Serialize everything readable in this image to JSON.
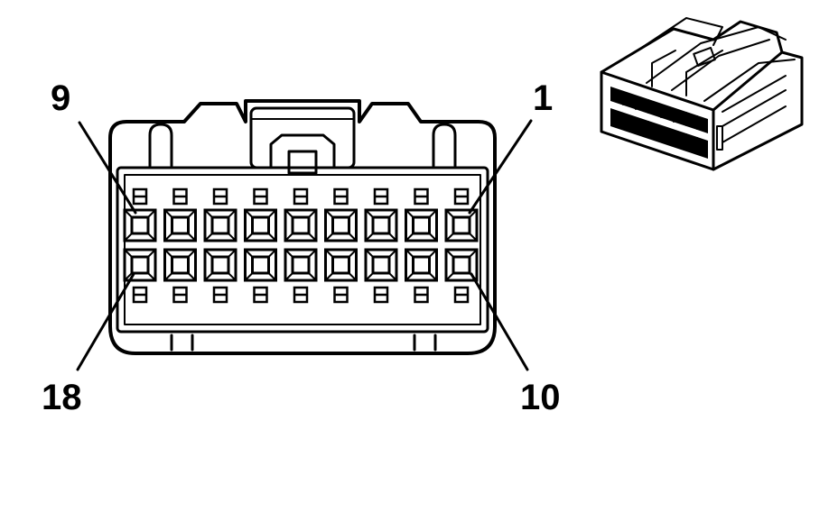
{
  "connector": {
    "pins_per_row": 9,
    "rows": 2,
    "labels": {
      "top_left": "9",
      "top_right": "1",
      "bottom_left": "18",
      "bottom_right": "10"
    }
  },
  "icons": {
    "face_view": "connector-face-diagram",
    "iso_view": "connector-isometric-icon"
  }
}
